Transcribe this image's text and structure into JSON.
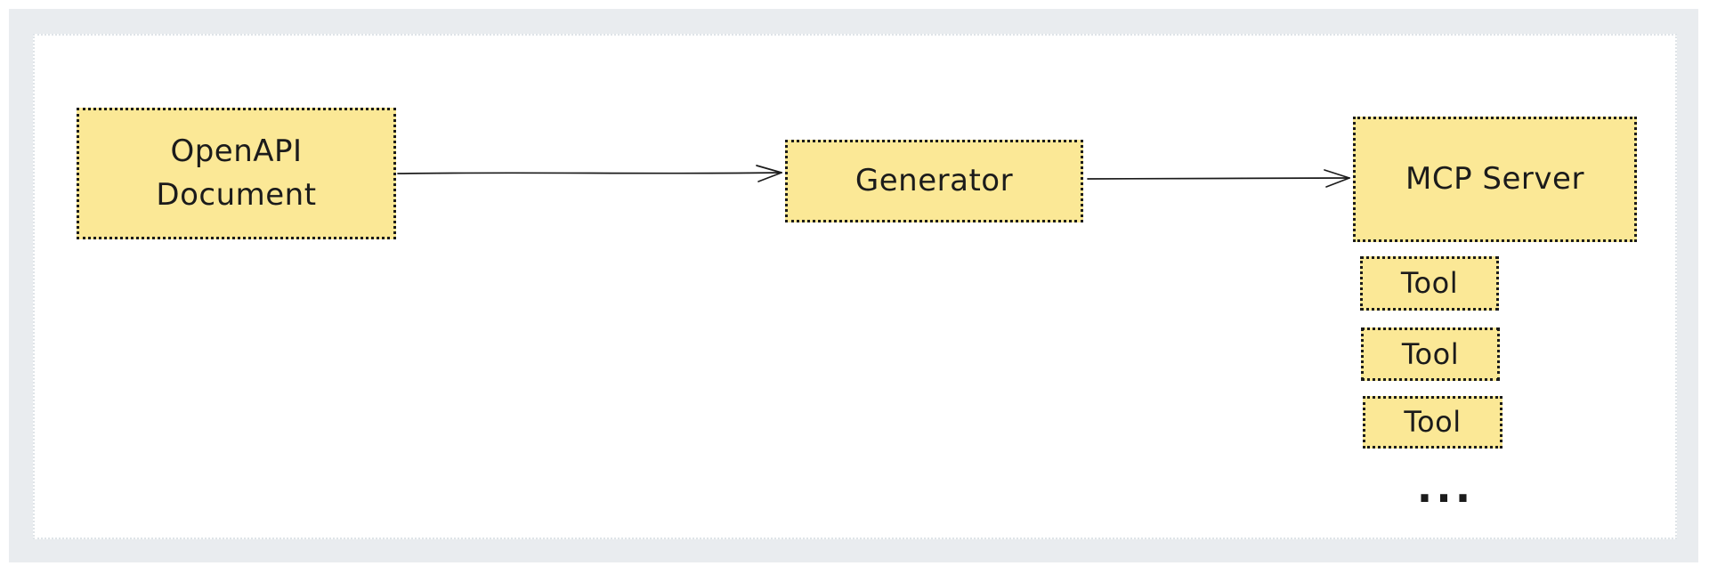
{
  "diagram": {
    "nodes": {
      "openapi": {
        "label": "OpenAPI\nDocument"
      },
      "generator": {
        "label": "Generator"
      },
      "mcp_server": {
        "label": "MCP Server"
      },
      "tools": [
        "Tool",
        "Tool",
        "Tool"
      ],
      "ellipsis": "..."
    },
    "edges": [
      {
        "from": "openapi",
        "to": "generator"
      },
      {
        "from": "generator",
        "to": "mcp_server"
      }
    ],
    "colors": {
      "node_fill": "#fbe896",
      "node_border": "#1b1b1b",
      "text": "#1b1b1b",
      "arrow": "#1b1b1b",
      "frame": "#e9ecef",
      "canvas": "#ffffff"
    }
  }
}
